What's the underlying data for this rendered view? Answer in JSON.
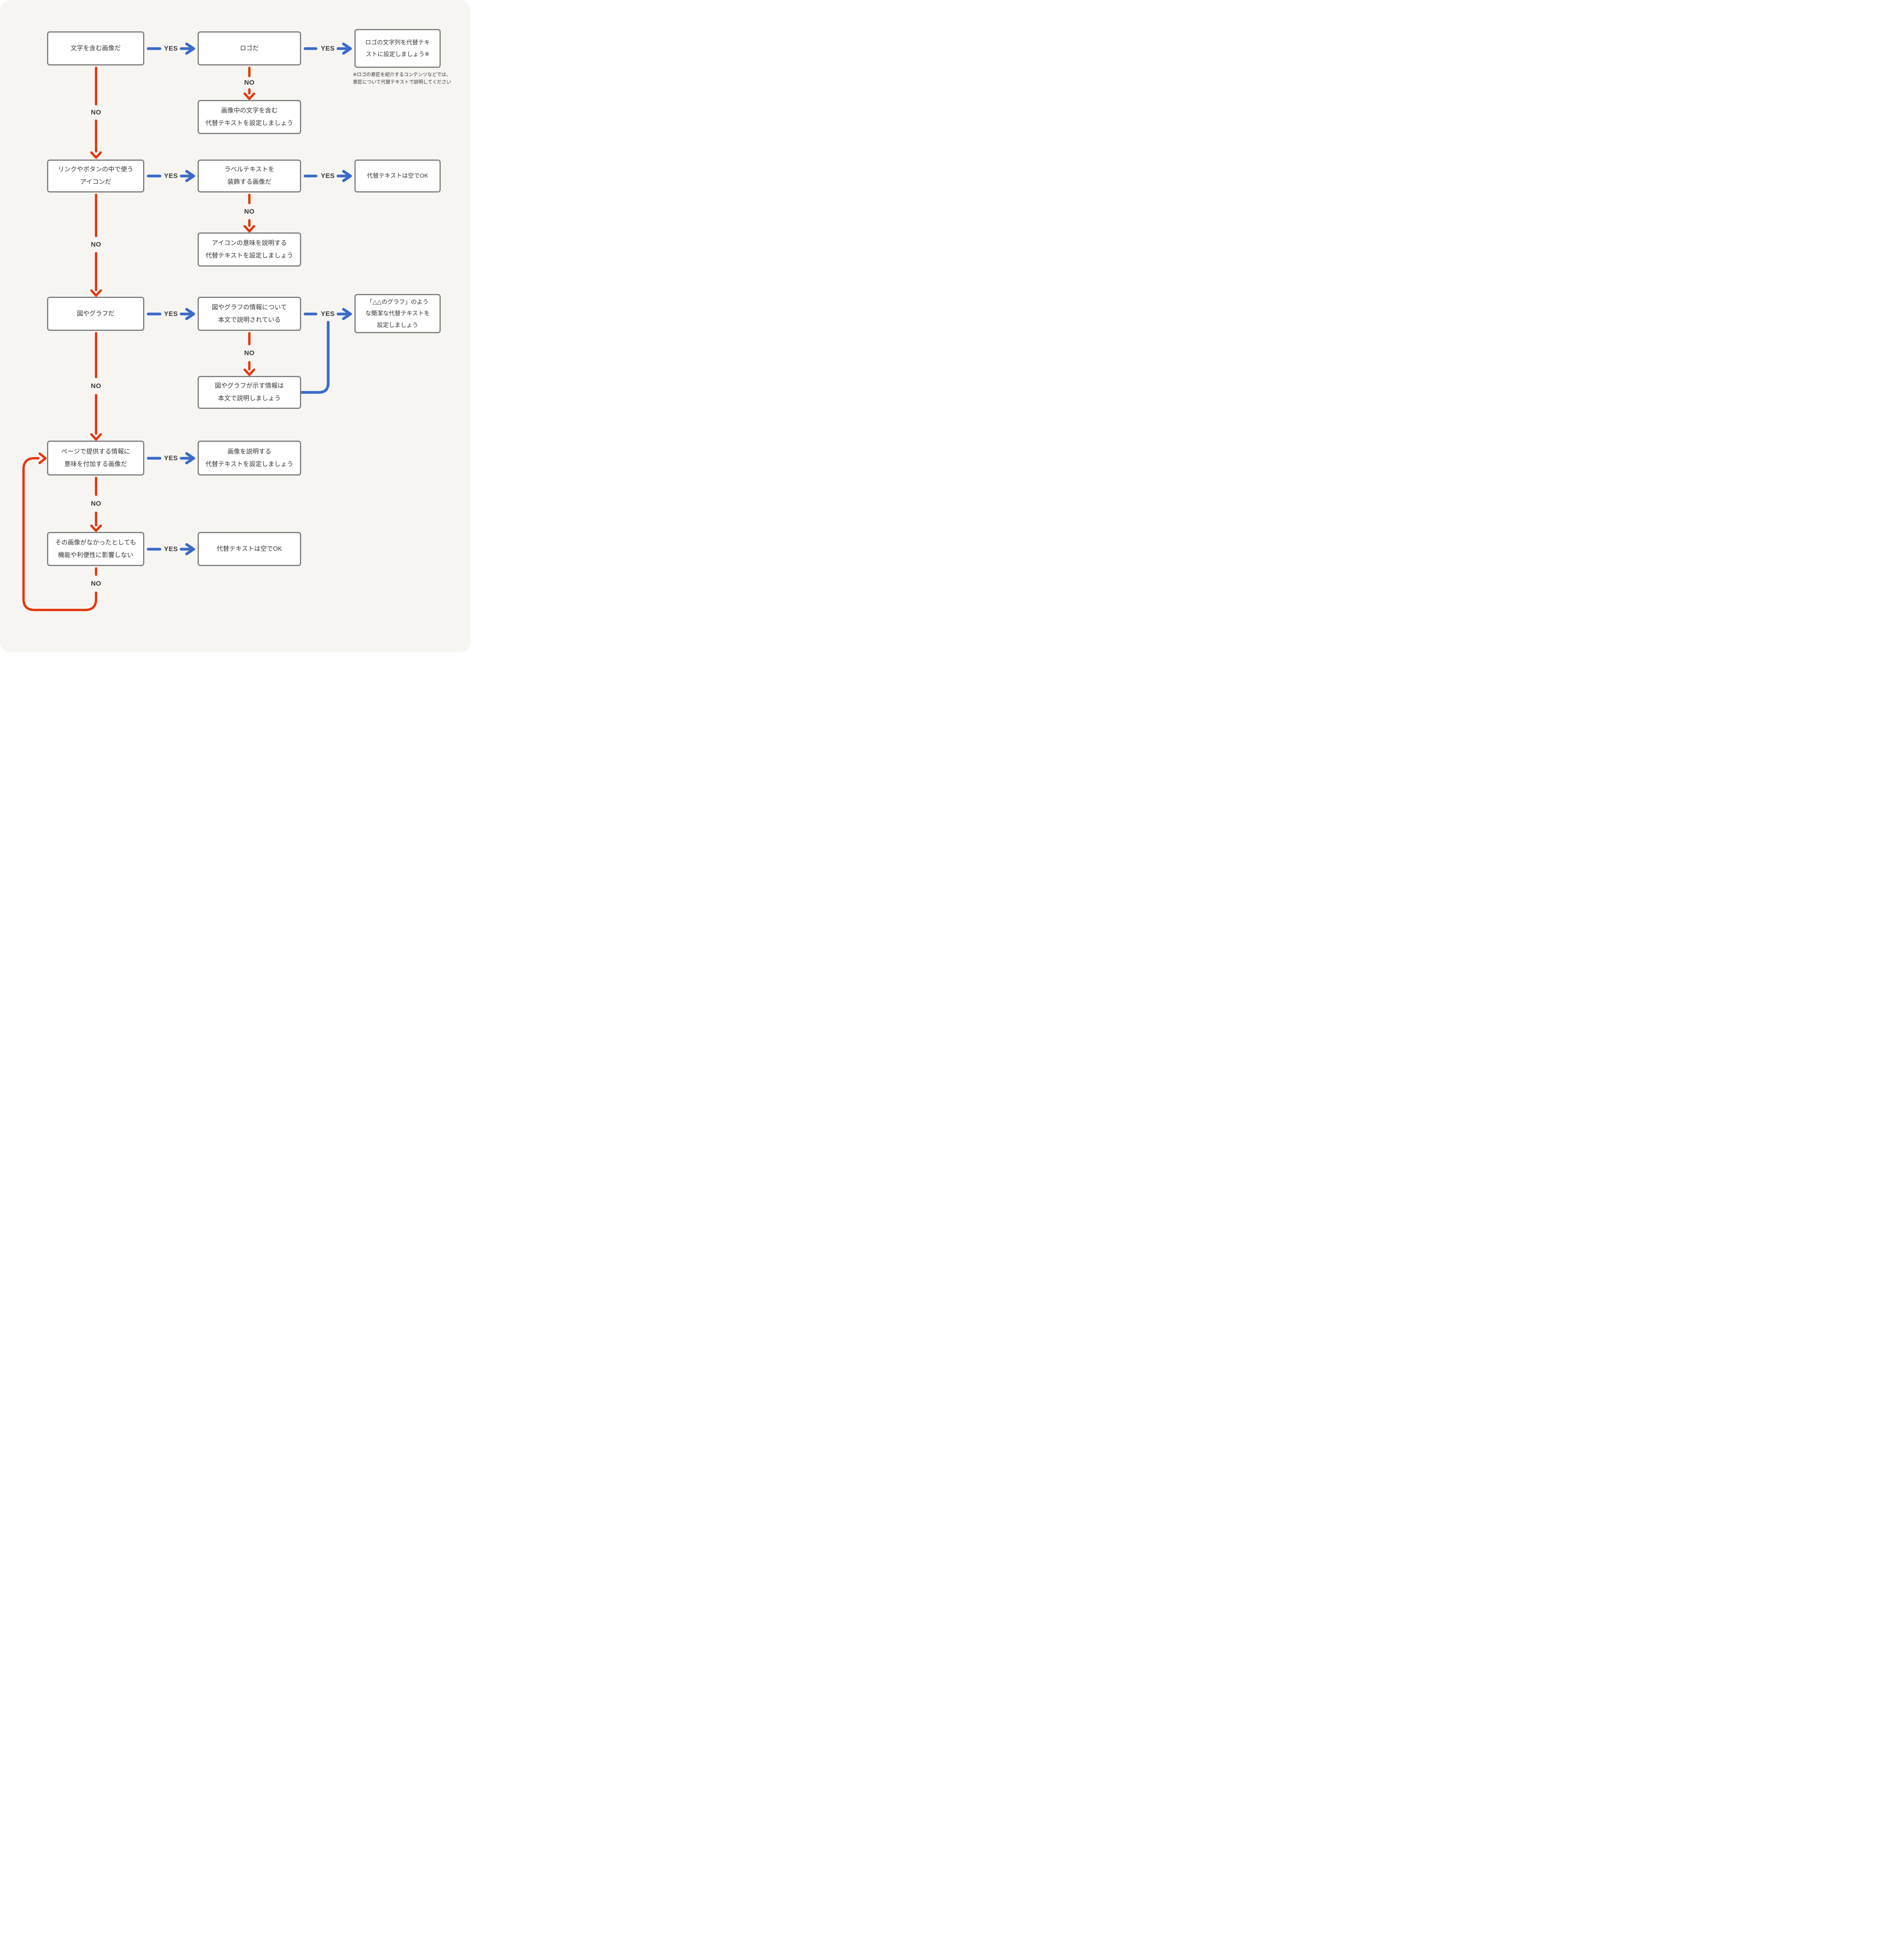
{
  "labels": {
    "yes": "YES",
    "no": "NO"
  },
  "colors": {
    "background": "#f6f5f2",
    "node_border": "#7d7d7d",
    "yes_arrow": "#3b6ac8",
    "no_arrow": "#e5380f",
    "text": "#333333"
  },
  "boxes": {
    "text_image": {
      "label": "文字を含む画像だ"
    },
    "logo": {
      "label": "ロゴだ"
    },
    "logo_alt": {
      "label": "ロゴの文字列を代替テキ\nストに設定しましょう※"
    },
    "text_in_image_alt": {
      "label": "画像中の文字を含む\n代替テキストを設定しましょう"
    },
    "icon_in_link": {
      "label": "リンクやボタンの中で使う\nアイコンだ"
    },
    "decorative_label": {
      "label": "ラベルテキストを\n装飾する画像だ"
    },
    "empty_alt_ok_1": {
      "label": "代替テキストは空でOK"
    },
    "icon_meaning_alt": {
      "label": "アイコンの意味を説明する\n代替テキストを設定しましょう"
    },
    "chart": {
      "label": "図やグラフだ"
    },
    "chart_explained": {
      "label": "図やグラフの情報について\n本文で説明されている"
    },
    "chart_alt": {
      "label": "「△△のグラフ」のよう\nな簡潔な代替テキストを\n設定しましょう"
    },
    "chart_explain_body": {
      "label": "図やグラフが示す情報は\n本文で説明しましょう"
    },
    "adds_meaning": {
      "label": "ページで提供する情報に\n意味を付加する画像だ"
    },
    "describe_alt": {
      "label": "画像を説明する\n代替テキストを設定しましょう"
    },
    "no_impact": {
      "label": "その画像がなかったとしても\n機能や利便性に影響しない"
    },
    "empty_alt_ok_2": {
      "label": "代替テキストは空でOK"
    }
  },
  "footnote": "※ロゴの意匠を紹介するコンテンツなどでは、\n意匠について代替テキストで説明してください"
}
